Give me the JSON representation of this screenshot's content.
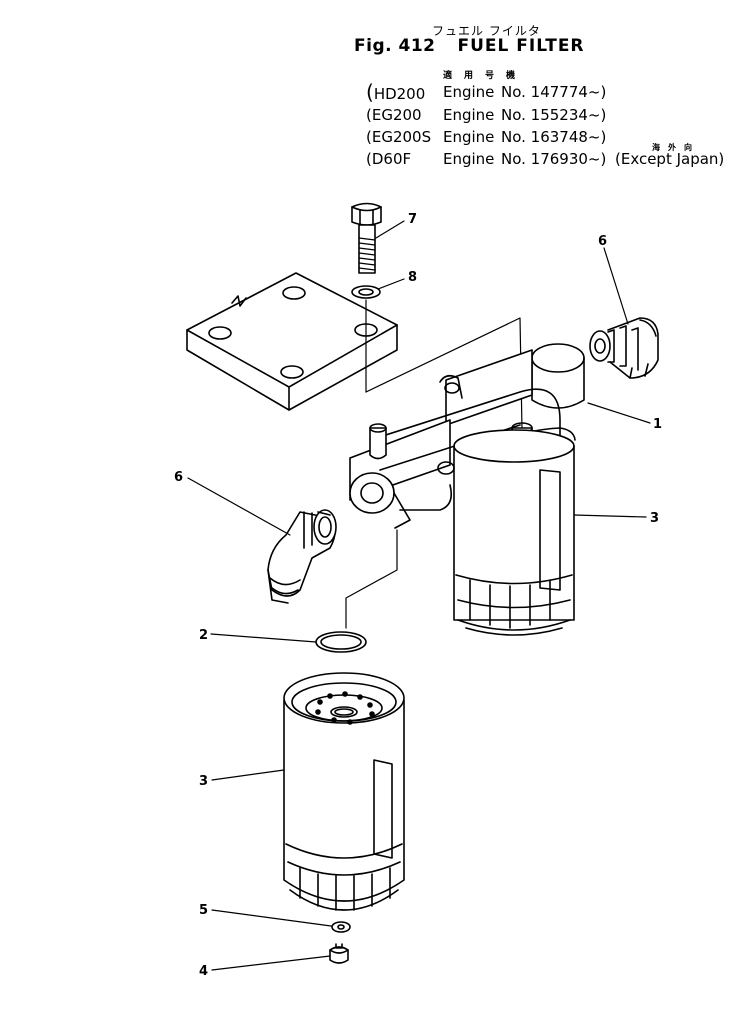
{
  "figure": {
    "jp_title": "フュエル フイルタ",
    "number_label": "Fig. 412",
    "name": "FUEL FILTER"
  },
  "applicability": {
    "jp_header": "適用号機",
    "rows": [
      {
        "model": "HD200",
        "engine_label": "Engine",
        "engine_no": "No. 147774~)",
        "note": ""
      },
      {
        "model": "EG200",
        "engine_label": "Engine",
        "engine_no": "No. 155234~)",
        "note": ""
      },
      {
        "model": "EG200S",
        "engine_label": "Engine",
        "engine_no": "No. 163748~)",
        "note": ""
      },
      {
        "model": "D60F",
        "engine_label": "Engine",
        "engine_no": "No. 176930~)",
        "note": "(Except Japan)"
      }
    ],
    "jp_note": "海外向"
  },
  "callouts": {
    "c1": "1",
    "c2": "2",
    "c3a": "3",
    "c3b": "3",
    "c4": "4",
    "c5": "5",
    "c6a": "6",
    "c6b": "6",
    "c7": "7",
    "c8": "8"
  }
}
